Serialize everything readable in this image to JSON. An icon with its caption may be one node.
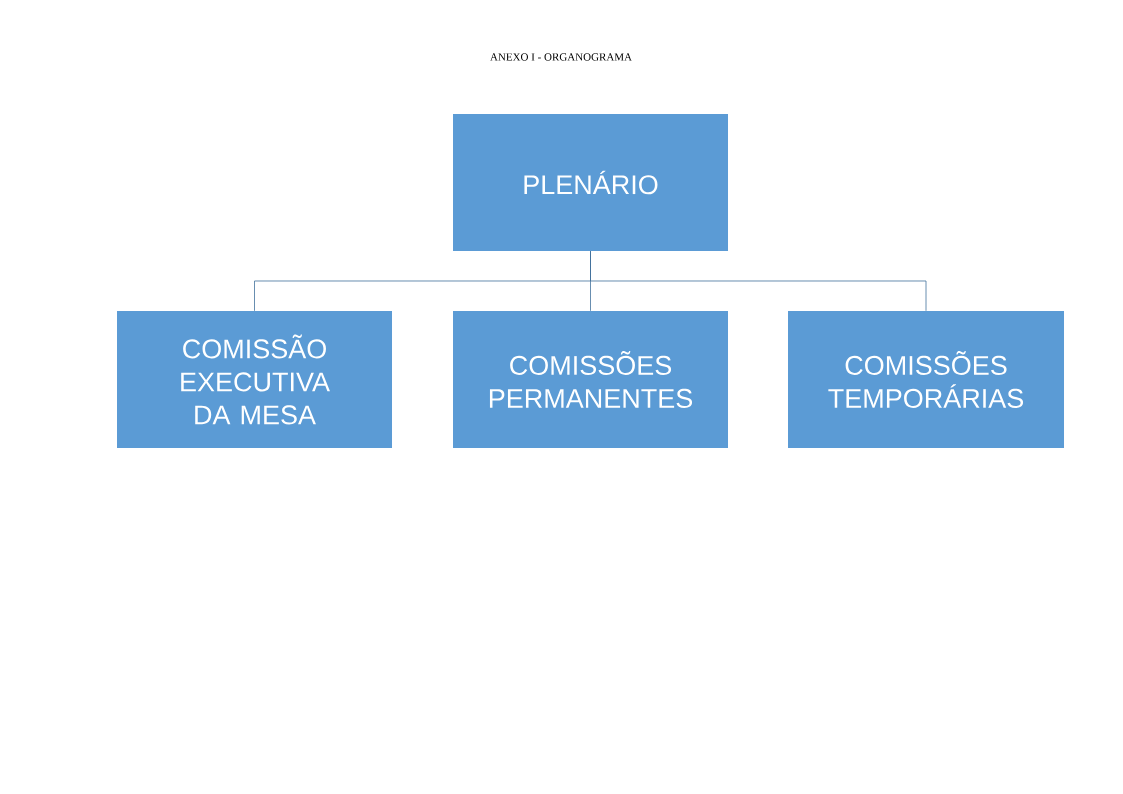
{
  "diagram": {
    "title": "ANEXO I - ORGANOGRAMA",
    "nodes": [
      {
        "text": [
          "PLENÁRIO"
        ]
      },
      {
        "text": [
          "COMISSÃO EXECUTIVA DA MESA"
        ]
      },
      {
        "text": [
          "COMISSÕES PERMANENTES"
        ]
      },
      {
        "text": [
          "COMISSÕES TEMPORÁRIAS"
        ]
      }
    ],
    "edges": [
      {
        "from": 0,
        "to": 1,
        "arrow": "none"
      },
      {
        "from": 0,
        "to": 2,
        "arrow": "none"
      },
      {
        "from": 0,
        "to": 3,
        "arrow": "none"
      }
    ]
  }
}
